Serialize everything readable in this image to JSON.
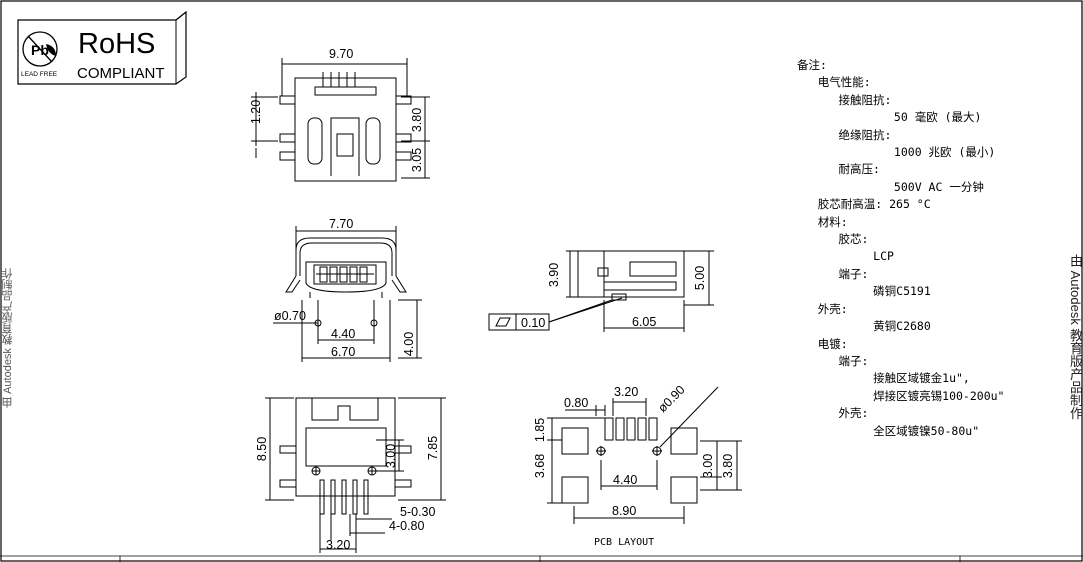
{
  "badge": {
    "title": "RoHS",
    "subtitle": "COMPLIANT",
    "lead_free": "LEAD FREE",
    "mark": "Pb"
  },
  "dims": {
    "top_width": "9.70",
    "top_pitch": "1.20",
    "top_h1": "3.80",
    "top_h2": "3.05",
    "front_width": "7.70",
    "front_hole": "ø0.70",
    "front_inner": "4.40",
    "front_outer": "6.70",
    "front_height": "4.00",
    "bottom_height": "8.50",
    "bottom_h1": "7.85",
    "bottom_h2": "3.00",
    "bottom_pins": "5-0.30",
    "bottom_pins2": "4-0.80",
    "bottom_span": "3.20",
    "side_h1": "3.90",
    "side_h2": "5.00",
    "side_len": "6.05",
    "flatness": "0.10",
    "pcb_pitch": "3.20",
    "pcb_hole": "ø0.90",
    "pcb_pad": "0.80",
    "pcb_h1": "1.85",
    "pcb_h2": "3.68",
    "pcb_c": "4.40",
    "pcb_v1": "3.00",
    "pcb_v2": "3.80",
    "pcb_w": "8.90",
    "pcb_label": "PCB LAYOUT"
  },
  "notes": [
    "备注:",
    "   电气性能:",
    "      接触阻抗:",
    "              50 毫欧 (最大)",
    "      绝缘阻抗:",
    "              1000 兆欧 (最小)",
    "      耐高压:",
    "              500V AC 一分钟",
    "   胶芯耐高温: 265 °C",
    "   材料:",
    "      胶芯:",
    "           LCP",
    "      端子:",
    "           磷铜C5191",
    "   外壳:",
    "           黄铜C2680",
    "   电镀:",
    "      端子:",
    "           接触区域镀金1u\",",
    "           焊接区镀亮锡100-200u\"",
    "      外壳:",
    "           全区域镀镍50-80u\""
  ],
  "side_text_right": "由 Autodesk 教育版产品制作",
  "side_text_left": "由 Autodesk 教育版产品制作"
}
